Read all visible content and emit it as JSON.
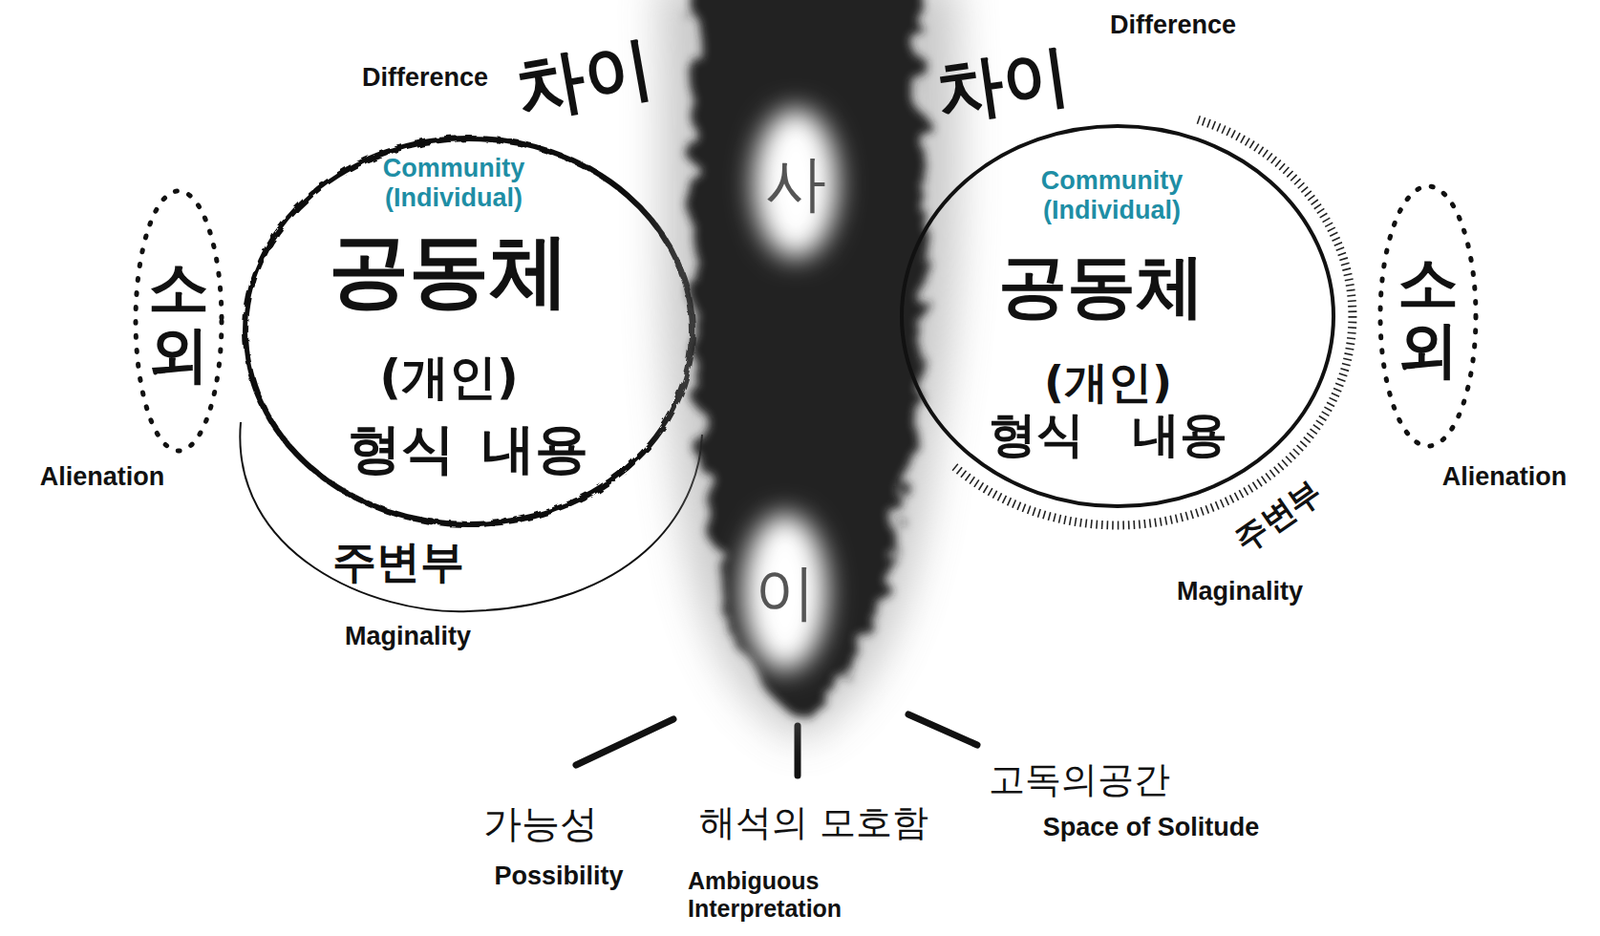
{
  "diagram": {
    "nodes": [
      {
        "text": [
          "소외",
          "Alienation"
        ]
      },
      {
        "text": [
          "Difference",
          "차이",
          "Community (Individual)",
          "공동체",
          "(개인)",
          "형식",
          "내용"
        ]
      },
      {
        "text": [
          "주변부",
          "Maginality"
        ]
      },
      {
        "text": [
          "사",
          "이"
        ]
      },
      {
        "text": [
          "Difference",
          "차이",
          "Community (Individual)",
          "공동체",
          "(개인)",
          "형식",
          "내용"
        ]
      },
      {
        "text": [
          "주변부",
          "Maginality"
        ]
      },
      {
        "text": [
          "소외",
          "Alienation"
        ]
      }
    ],
    "labels": [
      "가능성",
      "Possibility",
      "해석의 모호함",
      "Ambiguous Interpretation",
      "고독의공간",
      "Space of Solitude"
    ]
  }
}
